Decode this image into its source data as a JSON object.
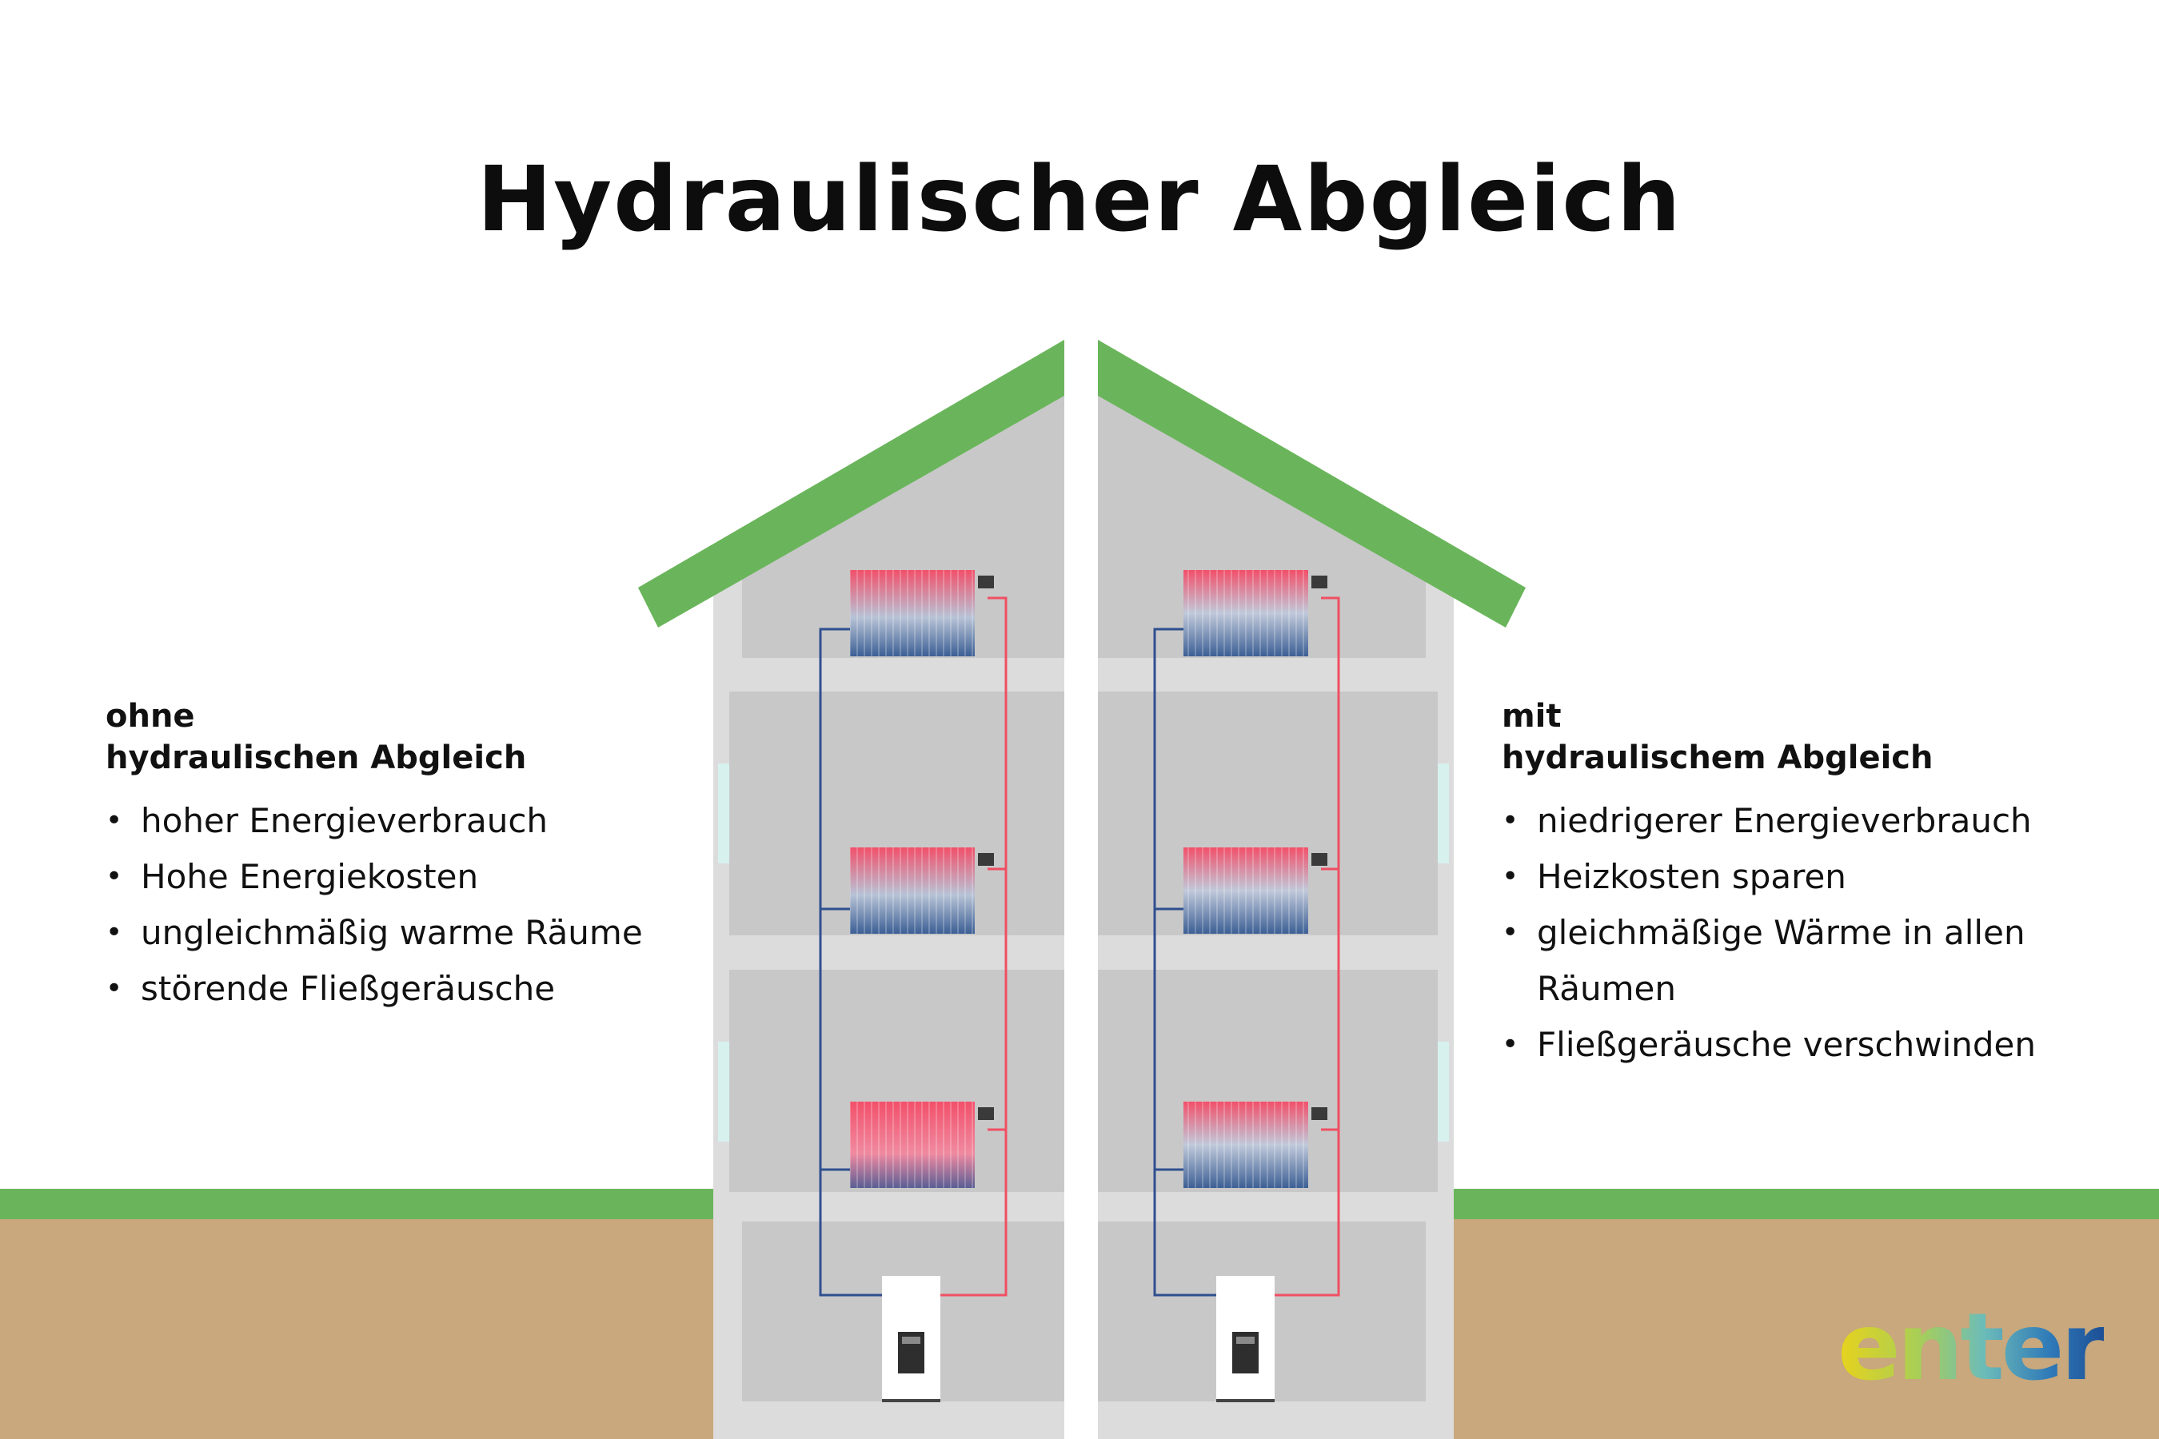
{
  "title": "Hydraulischer Abgleich",
  "left_panel": {
    "heading_line1": "ohne",
    "heading_line2": "hydraulischen Abgleich",
    "items": [
      "hoher Energieverbrauch",
      "Hohe Energiekosten",
      "ungleichmäßig warme Räume",
      "störende Fließgeräusche"
    ]
  },
  "right_panel": {
    "heading_line1": "mit",
    "heading_line2": "hydraulischem Abgleich",
    "items": [
      "niedrigerer Energieverbrauch",
      "Heizkosten sparen",
      "gleichmäßige Wärme in allen Räumen",
      "Fließgeräusche verschwinden"
    ]
  },
  "logo": "enter",
  "colors": {
    "roof": "#6ab55b",
    "grass": "#6ab55b",
    "soil": "#c8a87c",
    "wall": "#dcdcdc",
    "room": "#c8c8c8",
    "pipe_supply": "#ef4f63",
    "pipe_return": "#2f4f8f",
    "window": "#d7f1ee"
  },
  "icons": [
    "radiator-icon",
    "thermostat-icon",
    "boiler-icon"
  ]
}
